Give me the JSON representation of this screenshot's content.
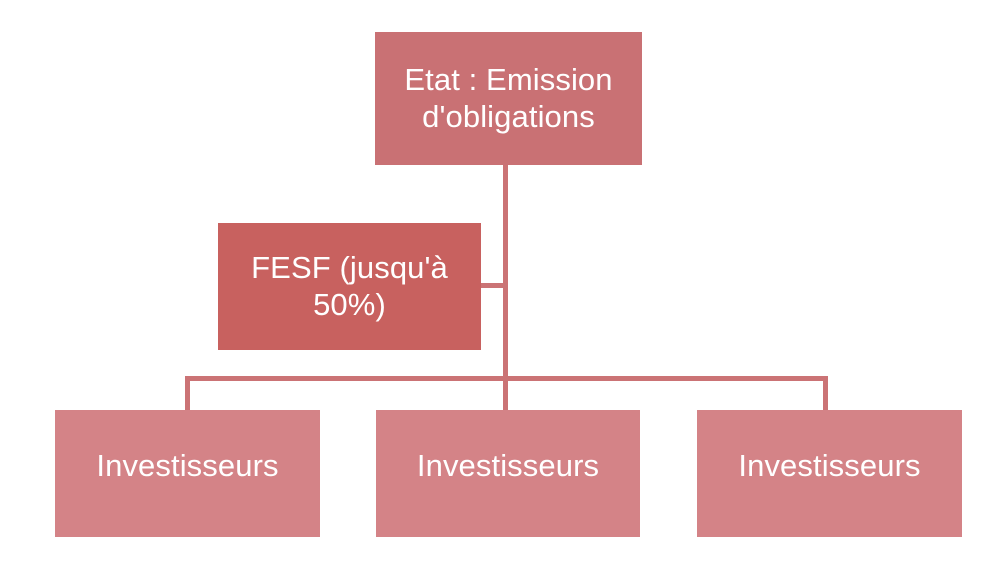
{
  "diagram": {
    "type": "flow-tree",
    "language": "fr",
    "title": "",
    "colors": {
      "source_box": "#c97174",
      "guarantee_box": "#c8615f",
      "investor_box": "#d48387",
      "connector": "#cb7375",
      "label_text": "#ffffff",
      "background": "#ffffff"
    },
    "nodes": {
      "state": {
        "label": "Etat : Emission\nd'obligations",
        "line_1": "Etat : Emission",
        "line_2": "d'obligations"
      },
      "fesf": {
        "label": "FESF (jusqu'à\n50%)",
        "line_1": "FESF (jusqu'à",
        "line_2": "50%)",
        "share": "jusqu'à 50%"
      },
      "investors": [
        {
          "label": "Investisseurs"
        },
        {
          "label": "Investisseurs"
        },
        {
          "label": "Investisseurs"
        }
      ]
    },
    "edges": [
      {
        "from": "state",
        "to": "investors",
        "style": "orthogonal-bracket"
      },
      {
        "from": "fesf",
        "to": "state-trunk",
        "style": "stub"
      }
    ]
  }
}
